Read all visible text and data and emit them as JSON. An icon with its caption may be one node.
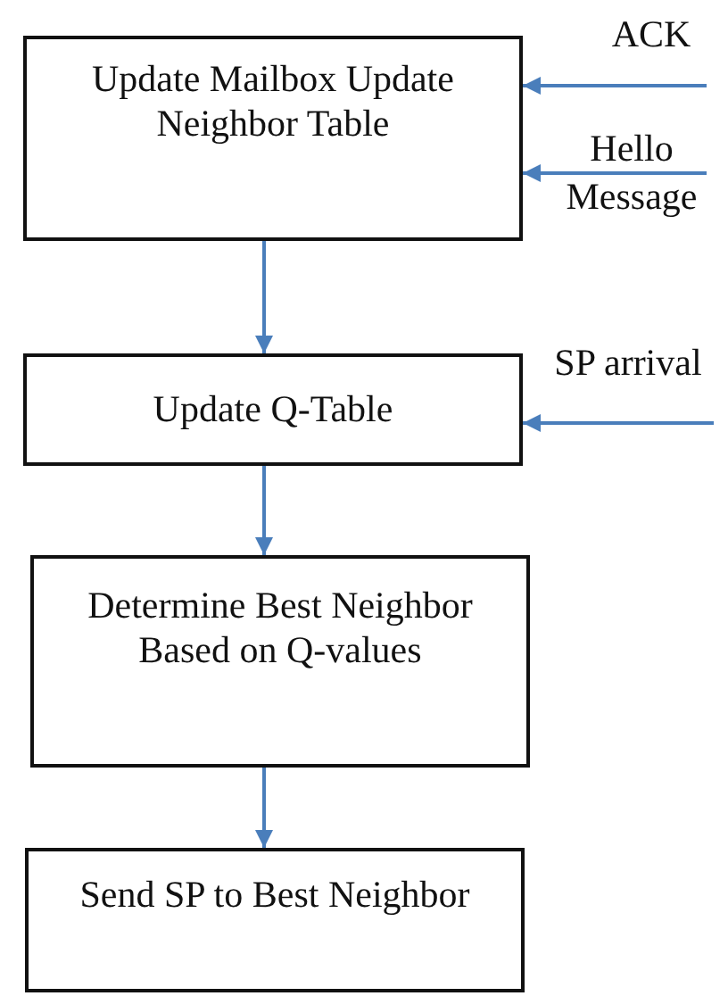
{
  "diagram": {
    "nodes": [
      {
        "text": [
          "Update Mailbox Update Neighbor Table"
        ]
      },
      {
        "text": [
          "Update Q-Table"
        ]
      },
      {
        "text": [
          "Determine Best Neighbor Based on Q-values"
        ]
      },
      {
        "text": [
          "Send SP to Best Neighbor"
        ]
      }
    ],
    "edges": [
      {
        "from": null,
        "to": 0,
        "arrow": "to",
        "label": "ACK"
      },
      {
        "from": null,
        "to": 0,
        "arrow": "to",
        "label": "Hello Message"
      },
      {
        "from": 0,
        "to": 1,
        "arrow": "to"
      },
      {
        "from": null,
        "to": 1,
        "arrow": "to",
        "label": "SP arrival"
      },
      {
        "from": 1,
        "to": 2,
        "arrow": "to"
      },
      {
        "from": 2,
        "to": 3,
        "arrow": "to"
      }
    ]
  }
}
